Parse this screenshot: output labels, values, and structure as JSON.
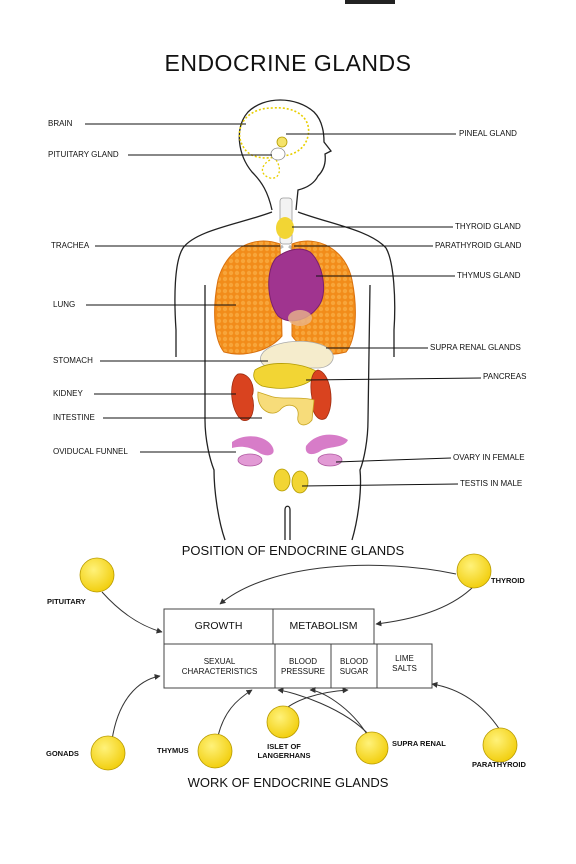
{
  "title": "ENDOCRINE GLANDS",
  "diagram_caption": "POSITION OF ENDOCRINE GLANDS",
  "work_caption": "WORK OF ENDOCRINE GLANDS",
  "left_labels": [
    "BRAIN",
    "PITUITARY GLAND",
    "TRACHEA",
    "LUNG",
    "STOMACH",
    "KIDNEY",
    "INTESTINE",
    "OVIDUCAL FUNNEL"
  ],
  "right_labels": [
    "PINEAL GLAND",
    "THYROID GLAND",
    "PARATHYROID GLAND",
    "THYMUS GLAND",
    "SUPRA RENAL GLANDS",
    "PANCREAS",
    "OVARY IN FEMALE",
    "TESTIS IN MALE"
  ],
  "glands": {
    "pituitary": "PITUITARY",
    "thyroid": "THYROID",
    "gonads": "GONADS",
    "thymus": "THYMUS",
    "islet_l1": "ISLET OF",
    "islet_l2": "LANGERHANS",
    "supra_renal": "SUPRA RENAL",
    "parathyroid": "PARATHYROID"
  },
  "table": {
    "growth": "GROWTH",
    "metabolism": "METABOLISM",
    "sexual_l1": "SEXUAL",
    "sexual_l2": "CHARACTERISTICS",
    "blood_pressure_l1": "BLOOD",
    "blood_pressure_l2": "PRESSURE",
    "blood_sugar_l1": "BLOOD",
    "blood_sugar_l2": "SUGAR",
    "lime_salts_l1": "LIME",
    "lime_salts_l2": "SALTS"
  },
  "colors": {
    "gland_yellow": "#f6df1b",
    "lung_orange": "#f28c1a",
    "thymus_purple": "#a0348f",
    "kidney_red": "#d9431f",
    "pancreas_yellow": "#f2d534",
    "ovary_pink": "#d77cc8"
  }
}
